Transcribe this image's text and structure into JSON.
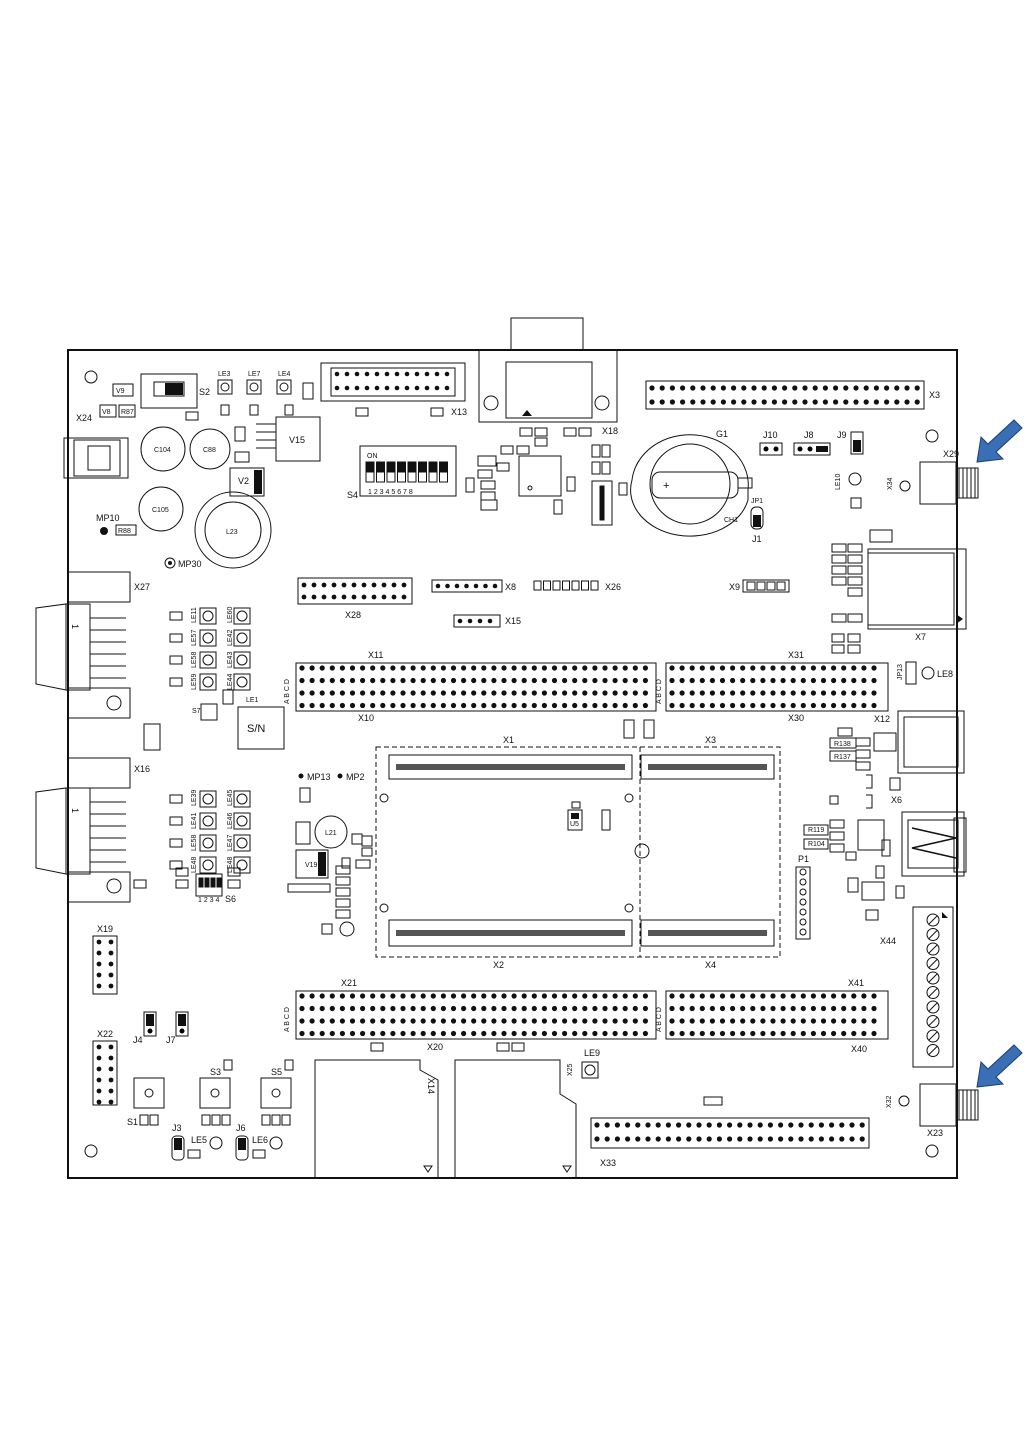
{
  "labels": {
    "X24": "X24",
    "V9": "V9",
    "V8": "V8",
    "R87": "R87",
    "S2": "S2",
    "LE3": "LE3",
    "LE7": "LE7",
    "LE4": "LE4",
    "X13": "X13",
    "X18": "X18",
    "X3top": "X3",
    "C104": "C104",
    "C88": "C88",
    "C105": "C105",
    "V15": "V15",
    "V2": "V2",
    "L23": "L23",
    "MP10": "MP10",
    "R88": "R88",
    "MP30": "MP30",
    "S4": "S4",
    "ON": "ON",
    "dip_numbers": "1 2 3 4 5 6 7 8",
    "G1": "G1",
    "J10": "J10",
    "J8": "J8",
    "J9": "J9",
    "CH1": "CH1",
    "JP1": "JP1",
    "J1top": "J1",
    "X29": "X29",
    "X34": "X34",
    "LE10": "LE10",
    "X27": "X27",
    "X28": "X28",
    "X8": "X8",
    "X26": "X26",
    "X9": "X9",
    "X15": "X15",
    "X7": "X7",
    "X11": "X11",
    "X31": "X31",
    "X10": "X10",
    "X30": "X30",
    "LE8": "LE8",
    "JP13": "JP13",
    "S7": "S7",
    "LE1": "LE1",
    "SN": "S/N",
    "X1": "X1",
    "X3": "X3",
    "X2": "X2",
    "X4": "X4",
    "MP13": "MP13",
    "MP2": "MP2",
    "X16": "X16",
    "X12": "X12",
    "X6": "X6",
    "R137": "R137",
    "R138": "R138",
    "R119": "R119",
    "R104": "R104",
    "L21": "L21",
    "V19": "V19",
    "S6": "S6",
    "switch_numbers": "1 2 3 4",
    "P1": "P1",
    "U5": "U5",
    "X19": "X19",
    "X44": "X44",
    "X21": "X21",
    "X41": "X41",
    "X20": "X20",
    "X40": "X40",
    "X22": "X22",
    "J4": "J4",
    "J7": "J7",
    "S3": "S3",
    "S5": "S5",
    "S1": "S1",
    "J3": "J3",
    "LE5": "LE5",
    "J6": "J6",
    "LE6": "LE6",
    "X14": "X14",
    "X25": "X25",
    "LE9": "LE9",
    "X32": "X32",
    "X23": "X23",
    "X33": "X33",
    "abcd": "A B C D",
    "LEcol1": [
      "LE11",
      "LE57",
      "LE58",
      "LE59"
    ],
    "LEcol2": [
      "LE60",
      "LE42",
      "LE43",
      "LE44"
    ],
    "LEcol3": [
      "LE39",
      "LE41",
      "LE58",
      "LE48"
    ],
    "LEcol4": [
      "LE45",
      "LE46",
      "LE47",
      "LE48"
    ]
  },
  "colors": {
    "line": "#111111",
    "arrow": "#3a6fb5",
    "arrow_edge": "#1d3f74"
  },
  "icons": [
    "arrow-pointer-icon",
    "arrow-pointer-icon"
  ]
}
